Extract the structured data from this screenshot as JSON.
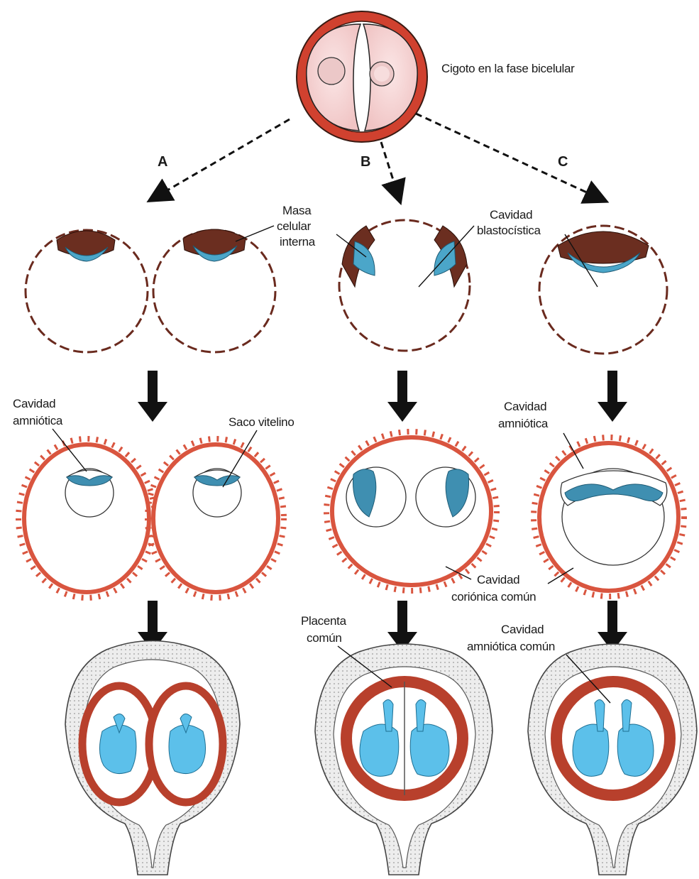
{
  "labels": {
    "zygote": "Cigoto en la fase bicelular",
    "path_a": "A",
    "path_b": "B",
    "path_c": "C",
    "icm_1": "Masa",
    "icm_2": "celular",
    "icm_3": "interna",
    "blasto_1": "Cavidad",
    "blasto_2": "blastocística",
    "amnio_a_1": "Cavidad",
    "amnio_a_2": "amniótica",
    "yolk": "Saco vitelino",
    "amnio_c_1": "Cavidad",
    "amnio_c_2": "amniótica",
    "chorion_1": "Cavidad",
    "chorion_2": "coriónica común",
    "placenta_1": "Placenta",
    "placenta_2": "común",
    "amnio_common_1": "Cavidad",
    "amnio_common_2": "amniótica común"
  },
  "colors": {
    "trophoblast": "#d9553f",
    "placenta": "#c4442f",
    "cell_dark": "#5a2418",
    "cell_blue": "#4ba6c9",
    "fetus_blue": "#5cc0ea",
    "uterus_fill": "#ececec"
  }
}
